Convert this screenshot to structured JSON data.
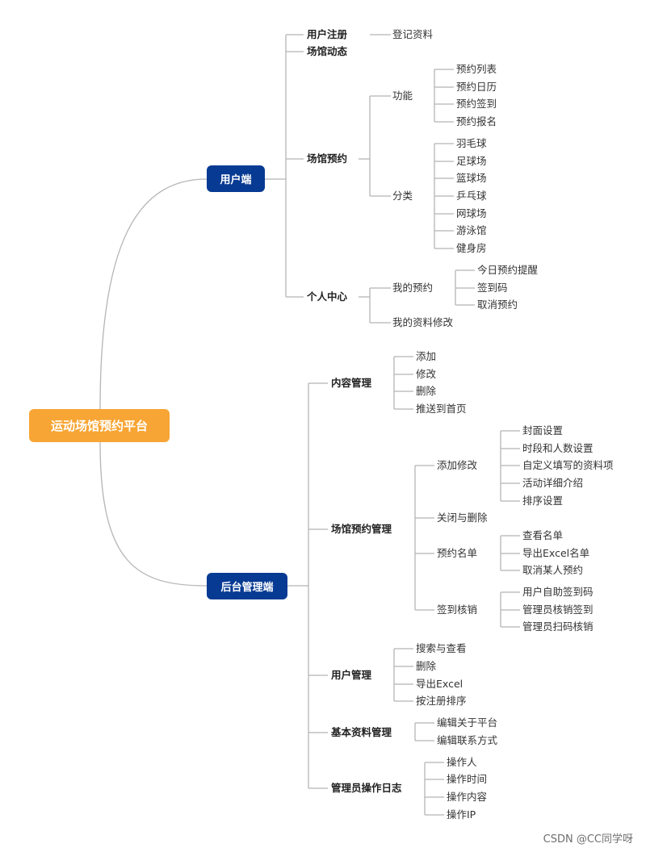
{
  "root": "运动场馆预约平台",
  "user": {
    "label": "用户端",
    "register": "用户注册",
    "register_detail": "登记资料",
    "news": "场馆动态",
    "booking": "场馆预约",
    "function": "功能",
    "function_items": [
      "预约列表",
      "预约日历",
      "预约签到",
      "预约报名"
    ],
    "category": "分类",
    "category_items": [
      "羽毛球",
      "足球场",
      "篮球场",
      "乒乓球",
      "网球场",
      "游泳馆",
      "健身房"
    ],
    "center": "个人中心",
    "my_booking": "我的预约",
    "my_booking_items": [
      "今日预约提醒",
      "签到码",
      "取消预约"
    ],
    "profile_edit": "我的资料修改"
  },
  "admin": {
    "label": "后台管理端",
    "content": "内容管理",
    "content_items": [
      "添加",
      "修改",
      "删除",
      "推送到首页"
    ],
    "venue": "场馆预约管理",
    "add_edit": "添加修改",
    "add_edit_items": [
      "封面设置",
      "时段和人数设置",
      "自定义填写的资料项",
      "活动详细介绍",
      "排序设置"
    ],
    "close_delete": "关闭与删除",
    "list": "预约名单",
    "list_items": [
      "查看名单",
      "导出Excel名单",
      "取消某人预约"
    ],
    "checkin": "签到核销",
    "checkin_items": [
      "用户自助签到码",
      "管理员核销签到",
      "管理员扫码核销"
    ],
    "users": "用户管理",
    "users_items": [
      "搜索与查看",
      "删除",
      "导出Excel",
      "按注册排序"
    ],
    "basic": "基本资料管理",
    "basic_items": [
      "编辑关于平台",
      "编辑联系方式"
    ],
    "log": "管理员操作日志",
    "log_items": [
      "操作人",
      "操作时间",
      "操作内容",
      "操作IP"
    ]
  },
  "watermark": "CSDN @CC同学呀",
  "colors": {
    "root": "#f7a534",
    "branch": "#073a93",
    "line": "#b5b5b5"
  }
}
